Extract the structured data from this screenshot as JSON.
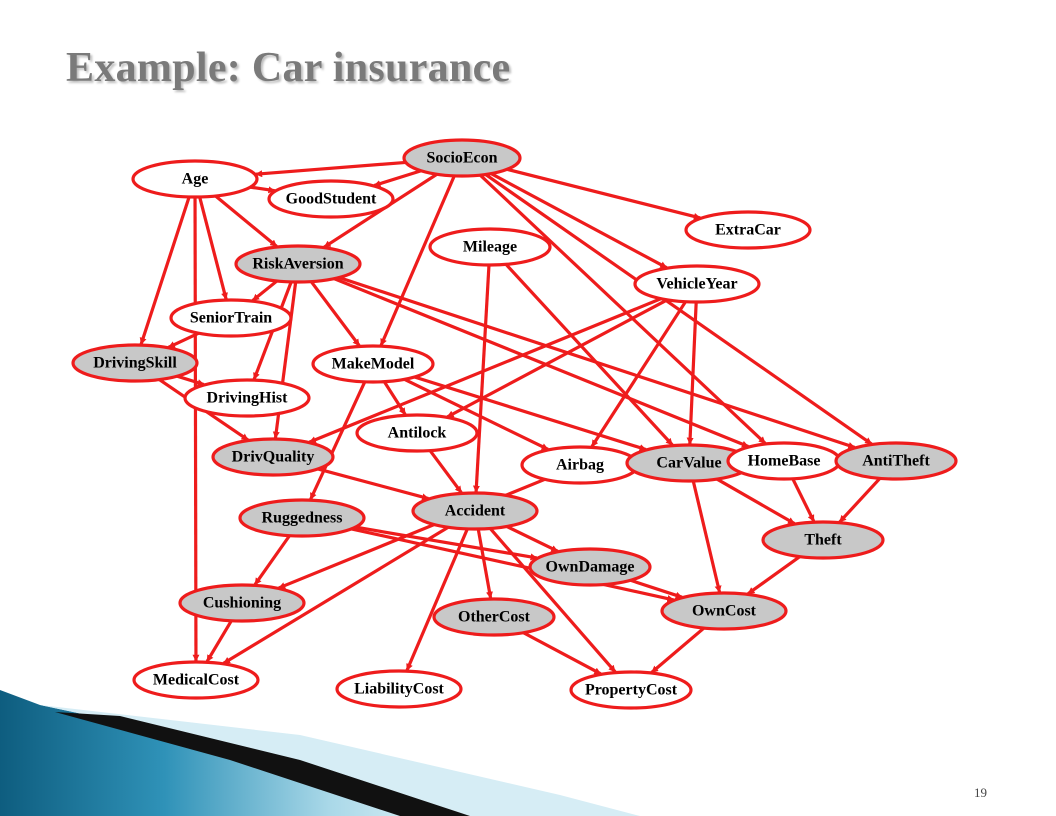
{
  "slide": {
    "title": "Example: Car insurance",
    "page_number": "19"
  },
  "colors": {
    "edge": "#ee1c1c",
    "shaded_node": "#c8c8c8",
    "plain_node": "#ffffff",
    "title": "#7a7a7a"
  },
  "diagram": {
    "nodes": [
      {
        "id": "age",
        "label": "Age",
        "shaded": false
      },
      {
        "id": "socioecon",
        "label": "SocioEcon",
        "shaded": true
      },
      {
        "id": "goodstudent",
        "label": "GoodStudent",
        "shaded": false
      },
      {
        "id": "extracar",
        "label": "ExtraCar",
        "shaded": false
      },
      {
        "id": "mileage",
        "label": "Mileage",
        "shaded": false
      },
      {
        "id": "riskaversion",
        "label": "RiskAversion",
        "shaded": true
      },
      {
        "id": "vehicleyear",
        "label": "VehicleYear",
        "shaded": false
      },
      {
        "id": "seniortrain",
        "label": "SeniorTrain",
        "shaded": false
      },
      {
        "id": "drivingskill",
        "label": "DrivingSkill",
        "shaded": true
      },
      {
        "id": "makemodel",
        "label": "MakeModel",
        "shaded": false
      },
      {
        "id": "drivinghist",
        "label": "DrivingHist",
        "shaded": false
      },
      {
        "id": "antilock",
        "label": "Antilock",
        "shaded": false
      },
      {
        "id": "drivquality",
        "label": "DrivQuality",
        "shaded": true
      },
      {
        "id": "airbag",
        "label": "Airbag",
        "shaded": false
      },
      {
        "id": "carvalue",
        "label": "CarValue",
        "shaded": true
      },
      {
        "id": "homebase",
        "label": "HomeBase",
        "shaded": false
      },
      {
        "id": "antitheft",
        "label": "AntiTheft",
        "shaded": true
      },
      {
        "id": "ruggedness",
        "label": "Ruggedness",
        "shaded": true
      },
      {
        "id": "accident",
        "label": "Accident",
        "shaded": true
      },
      {
        "id": "theft",
        "label": "Theft",
        "shaded": true
      },
      {
        "id": "owndamage",
        "label": "OwnDamage",
        "shaded": true
      },
      {
        "id": "cushioning",
        "label": "Cushioning",
        "shaded": true
      },
      {
        "id": "othercost",
        "label": "OtherCost",
        "shaded": true
      },
      {
        "id": "owncost",
        "label": "OwnCost",
        "shaded": true
      },
      {
        "id": "medicalcost",
        "label": "MedicalCost",
        "shaded": false
      },
      {
        "id": "liabilitycost",
        "label": "LiabilityCost",
        "shaded": false
      },
      {
        "id": "propertycost",
        "label": "PropertyCost",
        "shaded": false
      }
    ],
    "edges": [
      [
        "socioecon",
        "age"
      ],
      [
        "age",
        "goodstudent"
      ],
      [
        "age",
        "seniortrain"
      ],
      [
        "age",
        "drivingskill"
      ],
      [
        "age",
        "riskaversion"
      ],
      [
        "age",
        "medicalcost"
      ],
      [
        "socioecon",
        "goodstudent"
      ],
      [
        "socioecon",
        "riskaversion"
      ],
      [
        "socioecon",
        "makemodel"
      ],
      [
        "socioecon",
        "vehicleyear"
      ],
      [
        "socioecon",
        "extracar"
      ],
      [
        "socioecon",
        "homebase"
      ],
      [
        "socioecon",
        "antitheft"
      ],
      [
        "riskaversion",
        "seniortrain"
      ],
      [
        "riskaversion",
        "drivinghist"
      ],
      [
        "riskaversion",
        "makemodel"
      ],
      [
        "riskaversion",
        "homebase"
      ],
      [
        "riskaversion",
        "antitheft"
      ],
      [
        "riskaversion",
        "drivquality"
      ],
      [
        "seniortrain",
        "drivingskill"
      ],
      [
        "drivingskill",
        "drivinghist"
      ],
      [
        "drivingskill",
        "drivquality"
      ],
      [
        "mileage",
        "carvalue"
      ],
      [
        "mileage",
        "accident"
      ],
      [
        "vehicleyear",
        "antilock"
      ],
      [
        "vehicleyear",
        "airbag"
      ],
      [
        "vehicleyear",
        "carvalue"
      ],
      [
        "vehicleyear",
        "drivquality"
      ],
      [
        "makemodel",
        "ruggedness"
      ],
      [
        "makemodel",
        "antilock"
      ],
      [
        "makemodel",
        "airbag"
      ],
      [
        "makemodel",
        "carvalue"
      ],
      [
        "antilock",
        "accident"
      ],
      [
        "drivquality",
        "accident"
      ],
      [
        "airbag",
        "cushioning"
      ],
      [
        "ruggedness",
        "cushioning"
      ],
      [
        "ruggedness",
        "owndamage"
      ],
      [
        "ruggedness",
        "owncost"
      ],
      [
        "accident",
        "owndamage"
      ],
      [
        "accident",
        "othercost"
      ],
      [
        "accident",
        "medicalcost"
      ],
      [
        "accident",
        "liabilitycost"
      ],
      [
        "accident",
        "propertycost"
      ],
      [
        "carvalue",
        "owncost"
      ],
      [
        "carvalue",
        "theft"
      ],
      [
        "homebase",
        "theft"
      ],
      [
        "antitheft",
        "theft"
      ],
      [
        "theft",
        "owncost"
      ],
      [
        "owndamage",
        "owncost"
      ],
      [
        "cushioning",
        "medicalcost"
      ],
      [
        "othercost",
        "propertycost"
      ],
      [
        "owncost",
        "propertycost"
      ]
    ]
  }
}
